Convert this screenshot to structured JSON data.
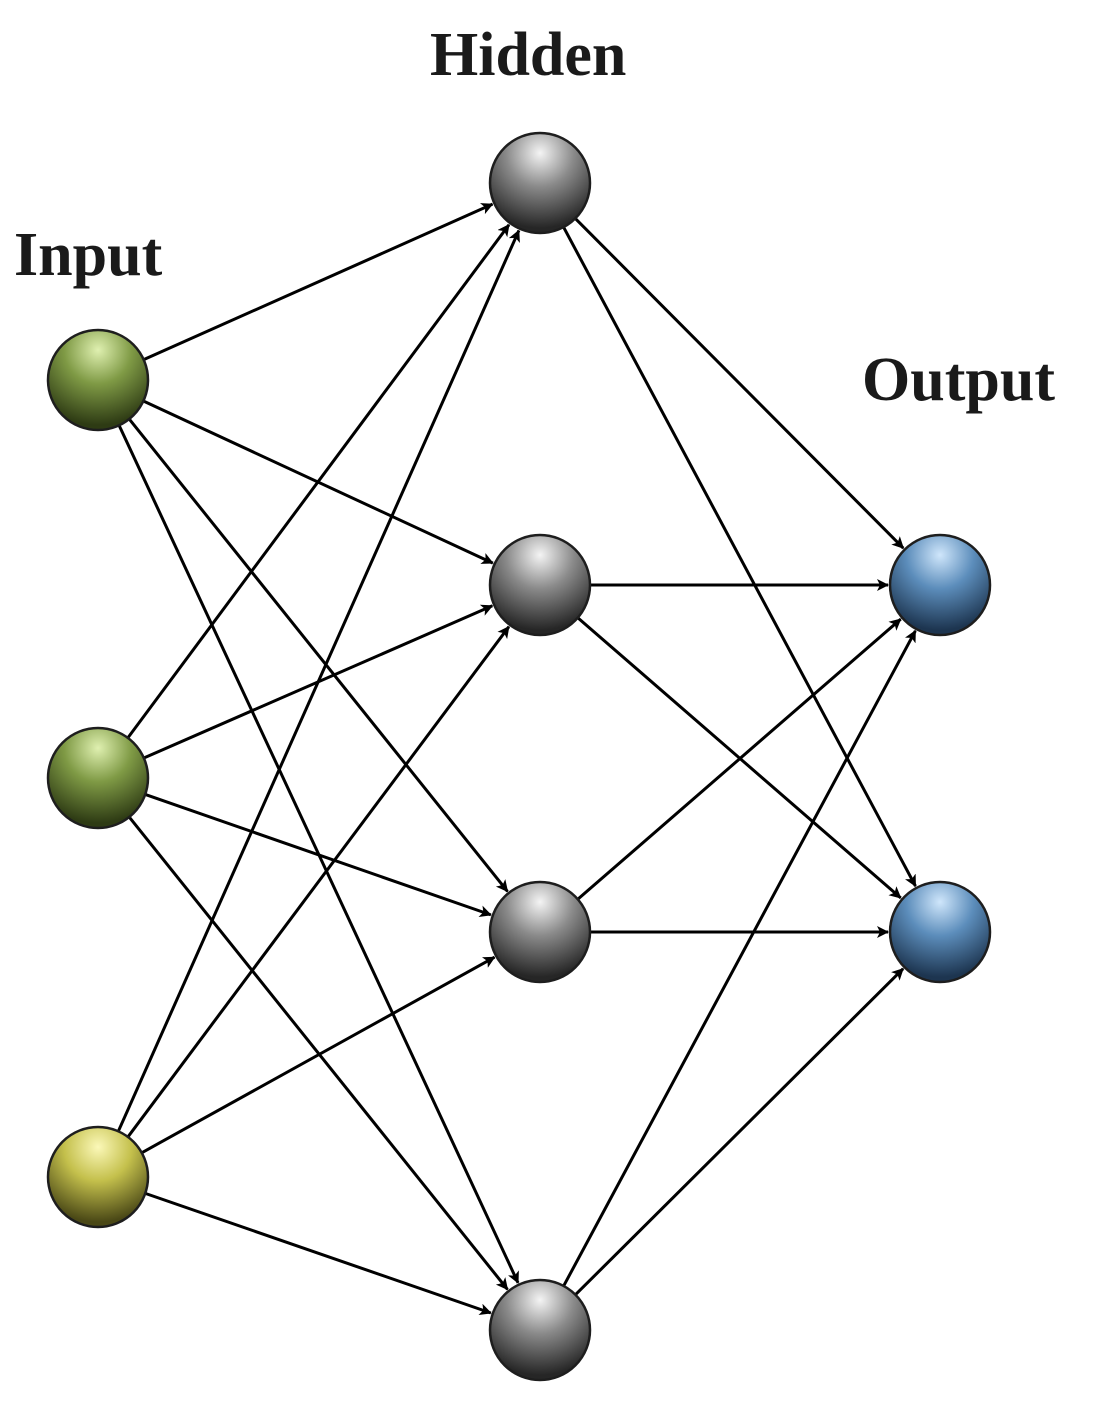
{
  "layers": [
    {
      "id": "input",
      "label": "Input",
      "node_count": 3
    },
    {
      "id": "hidden",
      "label": "Hidden",
      "node_count": 4
    },
    {
      "id": "output",
      "label": "Output",
      "node_count": 2
    }
  ],
  "connectivity": "fully-connected feedforward with arrowheads",
  "node_colors": {
    "input": [
      "#6f8a3a",
      "#6f8a3a",
      "#b9b646"
    ],
    "hidden": "#7d7d7d",
    "output": "#4f7fa8"
  },
  "edge_color": "#000000"
}
